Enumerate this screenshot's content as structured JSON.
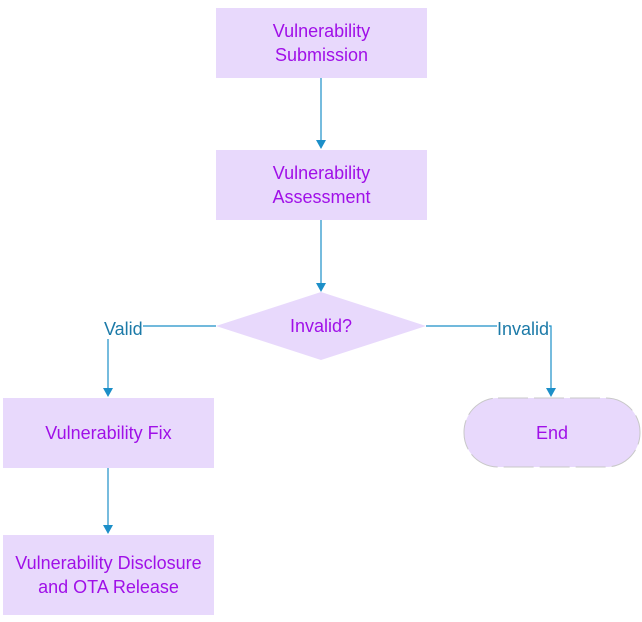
{
  "colors": {
    "node_fill": "#e8d9fc",
    "node_text": "#a010e8",
    "edge": "#1c8fc8",
    "edge_label": "#1c7aa8"
  },
  "nodes": {
    "submission": "Vulnerability Submission",
    "assessment": "Vulnerability Assessment",
    "decision": "Invalid?",
    "fix": "Vulnerability Fix",
    "disclosure": "Vulnerability Disclosure and OTA Release",
    "end": "End"
  },
  "edges": {
    "valid_label": "Valid",
    "invalid_label": "Invalid"
  }
}
